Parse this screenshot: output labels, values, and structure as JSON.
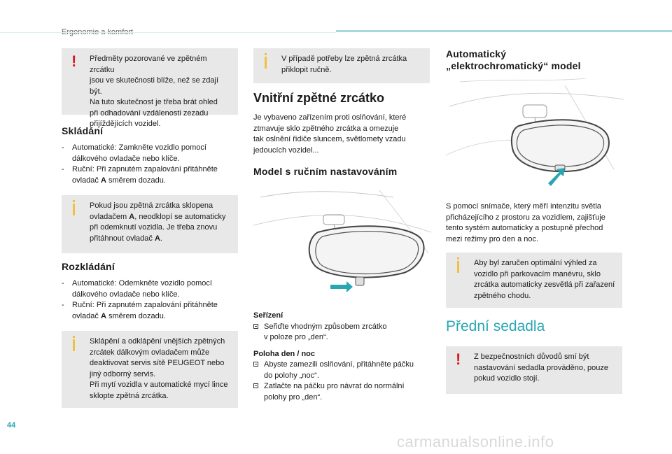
{
  "header": {
    "title": "Ergonomie a komfort"
  },
  "page_number": "44",
  "watermark": "carmanualsonline.info",
  "col1": {
    "warning_box": [
      "Předměty pozorované ve zpětném zrcátku",
      "jsou ve skutečnosti blíže, než se zdají být.",
      "Na tuto skutečnost je třeba brát ohled",
      "při odhadování vzdálenosti zezadu",
      "přijíždějících vozidel."
    ],
    "folding": {
      "heading": "Skládání",
      "items": [
        {
          "dash": "-",
          "line1": "Automatické: Zamkněte vozidlo pomocí",
          "line2": "dálkového ovladače nebo klíče."
        },
        {
          "dash": "-",
          "line1": "Ruční: Při zapnutém zapalování přitáhněte",
          "line2a": "ovladač ",
          "bold": "A",
          "line2b": " směrem dozadu."
        }
      ],
      "info": {
        "l1": "Pokud jsou zpětná zrcátka sklopena",
        "l2a": "ovladačem ",
        "l2bold": "A",
        "l2b": ", neodklopí se automaticky",
        "l3": "při odemknutí vozidla. Je třeba znovu",
        "l4a": "přitáhnout ovladač ",
        "l4bold": "A",
        "l4b": "."
      }
    },
    "unfolding": {
      "heading": "Rozkládání",
      "items": [
        {
          "dash": "-",
          "line1": "Automatické: Odemkněte vozidlo pomocí",
          "line2": "dálkového ovladače nebo klíče."
        },
        {
          "dash": "-",
          "line1": "Ruční: Při zapnutém zapalování přitáhněte",
          "line2a": "ovladač ",
          "bold": "A",
          "line2b": " směrem dozadu."
        }
      ],
      "info": [
        "Sklápění a odklápění vnějších zpětných",
        "zrcátek dálkovým ovladačem může",
        "deaktivovat servis sítě PEUGEOT nebo",
        "jiný odborný servis.",
        "Při mytí vozidla v automatické mycí lince",
        "sklopte zpětná zrcátka."
      ]
    }
  },
  "col2": {
    "info_box": [
      "V případě potřeby lze zpětná zrcátka",
      "přiklopit ručně."
    ],
    "title": "Vnitřní zpětné zrcátko",
    "intro": [
      "Je vybaveno zařízením proti oslňování, které",
      "ztmavuje sklo zpětného zrcátka a omezuje",
      "tak oslnění řidiče sluncem, světlomety vzadu",
      "jedoucích vozidel..."
    ],
    "manual_heading": "Model s ručním nastavováním",
    "adjust": {
      "heading": "Seřízení",
      "b1": "Seřiďte vhodným způsobem zrcátko",
      "b1b": "v poloze pro „den“."
    },
    "daynight": {
      "heading": "Poloha den / noc",
      "b1": "Abyste zamezili oslňování, přitáhněte páčku",
      "b1b": "do polohy „noc“.",
      "b2": "Zatlačte na páčku pro návrat do normální",
      "b2b": "polohy pro „den“."
    }
  },
  "col3": {
    "auto_heading_1": "Automatický",
    "auto_heading_2": "„elektrochromatický“ model",
    "auto_text": [
      "S pomocí snímače, který měří intenzitu světla",
      "přicházejícího z prostoru za vozidlem, zajišťuje",
      "tento systém automaticky a postupně přechod",
      "mezi režimy pro den a noc."
    ],
    "info_box": [
      "Aby byl zaručen optimální výhled za",
      "vozidlo při parkovacím manévru, sklo",
      "zrcátka automaticky zesvětlá při zařazení",
      "zpětného chodu."
    ],
    "seats_title": "Přední sedadla",
    "warning_box": [
      "Z bezpečnostních důvodů smí být",
      "nastavování sedadla prováděno, pouze",
      "pokud vozidlo stojí."
    ]
  },
  "colors": {
    "accent": "#2aa6b3",
    "warning": "#d91a20",
    "info": "#f0c040",
    "box_bg": "#e8e8e8"
  }
}
